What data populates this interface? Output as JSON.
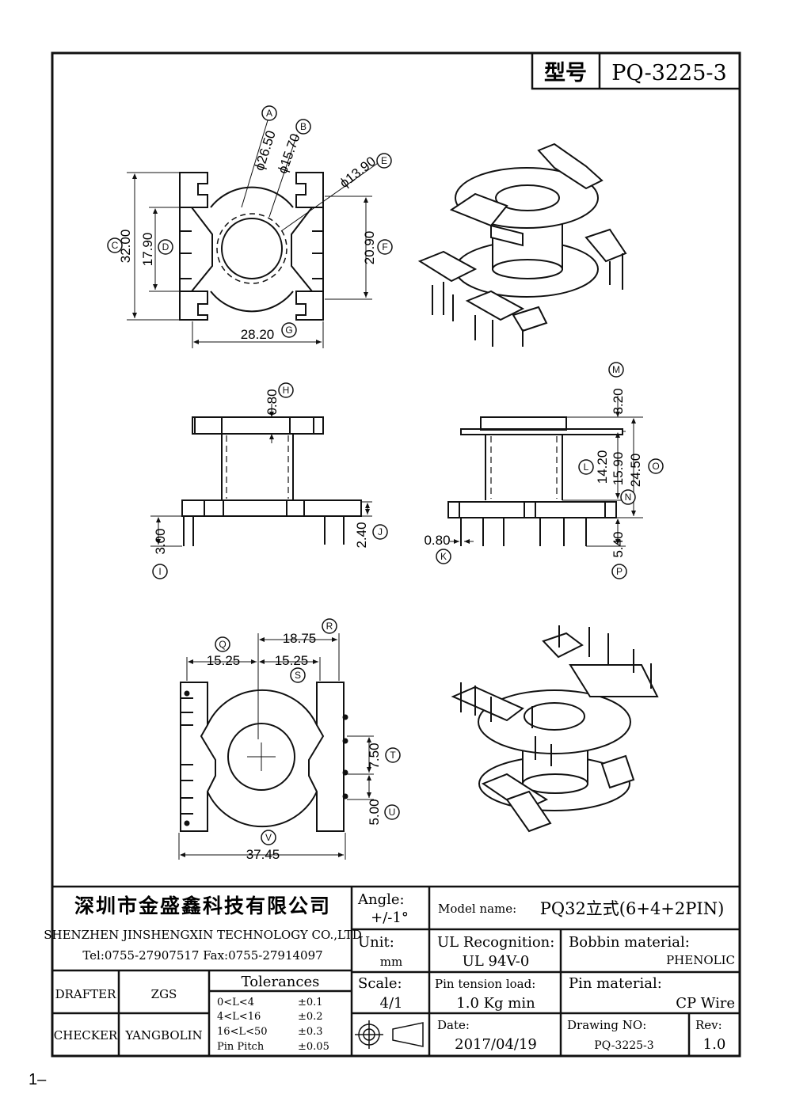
{
  "header": {
    "model_label": "型号",
    "model_value": "PQ-3225-3"
  },
  "top_view_dims": {
    "a": "ϕ26.50",
    "b": "ϕ15.70",
    "e": "ϕ13.90",
    "c": "32.00",
    "d": "17.90",
    "f": "20.90",
    "g": "28.20"
  },
  "side_view_dims": {
    "h": "0.80",
    "i": "3.00",
    "j": "2.40",
    "k": "0.80",
    "m": "3.20",
    "l": "14.20",
    "n": "15.90",
    "o": "24.50",
    "p": "5.40"
  },
  "bottom_view_dims": {
    "q": "15.25",
    "s": "15.25",
    "r": "18.75",
    "t": "7.50",
    "u": "5.00",
    "v": "37.45"
  },
  "labels": [
    "A",
    "B",
    "C",
    "D",
    "E",
    "F",
    "G",
    "H",
    "I",
    "J",
    "K",
    "L",
    "M",
    "N",
    "O",
    "P",
    "Q",
    "R",
    "S",
    "T",
    "U",
    "V"
  ],
  "title_block": {
    "company_cn": "深圳市金盛鑫科技有限公司",
    "company_en": "SHENZHEN JINSHENGXIN TECHNOLOGY CO.,LTD",
    "tel_fax": "Tel:0755-27907517  Fax:0755-27914097",
    "drafter_label": "DRAFTER",
    "drafter": "ZGS",
    "checker_label": "CHECKER",
    "checker": "YANGBOLIN",
    "tolerances_title": "Tolerances",
    "tolerances": [
      {
        "range": "0<L<4",
        "value": "±0.1"
      },
      {
        "range": "4<L<16",
        "value": "±0.2"
      },
      {
        "range": "16<L<50",
        "value": "±0.3"
      },
      {
        "range": "Pin Pitch",
        "value": "±0.05"
      }
    ],
    "angle_label": "Angle:",
    "angle_value": "+/-1°",
    "unit_label": "Unit:",
    "unit_value": "mm",
    "scale_label": "Scale:",
    "scale_value": "4/1",
    "model_name_label": "Model name:",
    "model_name": "PQ32立式(6+4+2PIN)",
    "ul_label": "UL Recognition:",
    "ul_value": "UL 94V-0",
    "bobbin_label": "Bobbin material:",
    "bobbin_value": "PHENOLIC",
    "pin_tension_label": "Pin tension load:",
    "pin_tension_value": "1.0 Kg min",
    "pin_material_label": "Pin material:",
    "pin_material_value": "CP Wire",
    "date_label": "Date:",
    "date_value": "2017/04/19",
    "drawing_no_label": "Drawing NO:",
    "drawing_no_value": "PQ-3225-3",
    "rev_label": "Rev:",
    "rev_value": "1.0"
  },
  "page_number": "1–"
}
